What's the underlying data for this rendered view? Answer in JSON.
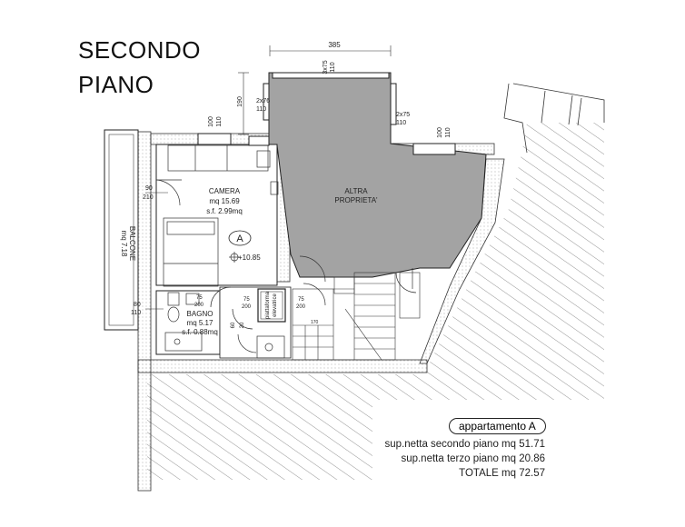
{
  "title": {
    "line1": "SECONDO",
    "line2": "PIANO"
  },
  "rooms": {
    "camera": {
      "name": "CAMERA",
      "area": "mq 15.69",
      "sf": "s.f. 2.99mq"
    },
    "bagno": {
      "name": "BAGNO",
      "area": "mq 5.17",
      "sf": "s.f. 0.88mq"
    },
    "balcone": {
      "name": "BALCONE",
      "area": "mq 7.18"
    },
    "altra": {
      "line1": "ALTRA",
      "line2": "PROPRIETA'"
    },
    "piattaforma": {
      "line1": "piattaforma",
      "line2": "elevatrice"
    }
  },
  "unit_marker": "A",
  "elevation": "+10.85",
  "dimensions": {
    "top_width": "385",
    "window_3x75": "3x75",
    "window_3x75_h": "110",
    "window_2x76": "2x76",
    "window_2x76_h": "110",
    "window_2x75": "2x75",
    "window_2x75_h": "110",
    "win_100a": "100",
    "win_110a": "110",
    "dim_190": "190",
    "win_100b": "100",
    "win_110b": "110",
    "door_90": "90",
    "door_210": "210",
    "door_80": "80",
    "door_110": "110",
    "door_75a": "75",
    "door_200a": "200",
    "door_75b": "75",
    "door_200b": "200",
    "door_75c": "75",
    "door_200c": "200",
    "small_60": "60",
    "small_20": "20",
    "small_170": "170"
  },
  "summary": {
    "badge": "appartamento A",
    "line1": "sup.netta secondo piano mq 51.71",
    "line2": "sup.netta terzo piano mq 20.86",
    "line3": "TOTALE mq 72.57"
  }
}
